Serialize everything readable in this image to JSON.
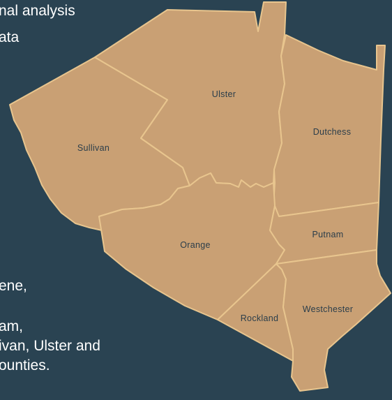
{
  "background_text": {
    "line1": "nal analysis",
    "line2": "ata",
    "line3": "ene,",
    "line4": "am,",
    "line5": "ivan, Ulster and",
    "line6": "ounties."
  },
  "map": {
    "colors": {
      "background": "#2a4352",
      "county_fill": "#c9a074",
      "county_border": "#e8c58e",
      "label": "#2a3d4a"
    },
    "counties": [
      {
        "id": "sullivan",
        "name": "Sullivan"
      },
      {
        "id": "ulster",
        "name": "Ulster"
      },
      {
        "id": "dutchess",
        "name": "Dutchess"
      },
      {
        "id": "orange",
        "name": "Orange"
      },
      {
        "id": "putnam",
        "name": "Putnam"
      },
      {
        "id": "rockland",
        "name": "Rockland"
      },
      {
        "id": "westchester",
        "name": "Westchester"
      }
    ]
  }
}
